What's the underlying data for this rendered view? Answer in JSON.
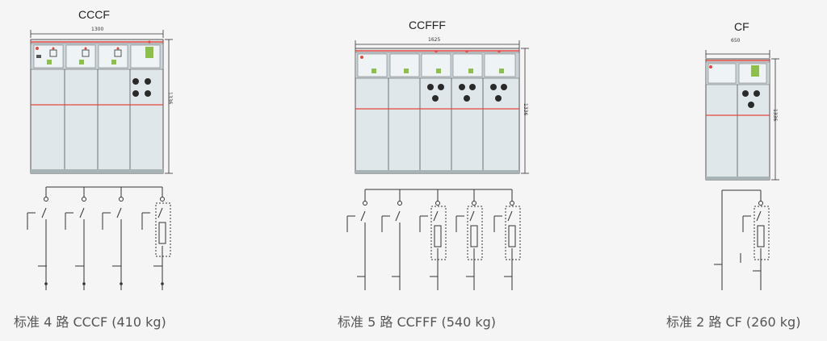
{
  "units": [
    {
      "name": "CCCF",
      "width_dim": "1300",
      "height_dim": "1336",
      "caption": "标准 4 路 CCCF  (410 kg)"
    },
    {
      "name": "CCFFF",
      "width_dim": "1625",
      "height_dim": "1336",
      "caption": "标准 5 路 CCFFF  (540 kg)"
    },
    {
      "name": "CF",
      "width_dim": "650",
      "height_dim": "1336",
      "caption": "标准 2 路 CF  (260 kg)"
    }
  ],
  "colors": {
    "cabinet_fill": "#dfe7ea",
    "panel_fill": "#cdd9de",
    "accent_red": "#e8463c",
    "line": "#333333",
    "background": "#f5f5f5"
  }
}
